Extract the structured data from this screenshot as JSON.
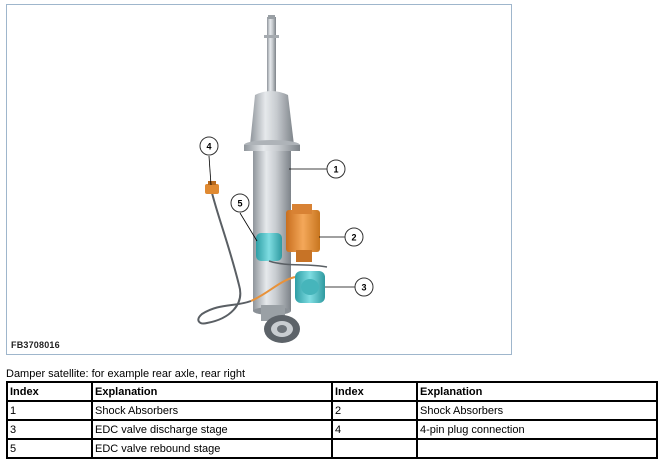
{
  "figure": {
    "code": "FB3708016",
    "callouts": [
      "1",
      "2",
      "3",
      "4",
      "5"
    ]
  },
  "caption": "Damper satellite: for example rear axle, rear right",
  "table": {
    "headers": [
      "Index",
      "Explanation",
      "Index",
      "Explanation"
    ],
    "rows": [
      [
        "1",
        "Shock Absorbers",
        "2",
        "Shock Absorbers"
      ],
      [
        "3",
        "EDC valve discharge stage",
        "4",
        "4-pin plug connection"
      ],
      [
        "5",
        "EDC valve rebound stage",
        "",
        ""
      ]
    ]
  },
  "colors": {
    "frame": "#9fb6cc",
    "valve_orange": "#e8923a",
    "valve_cyan": "#58c9cf",
    "body_gray": "#c4c8cc"
  }
}
